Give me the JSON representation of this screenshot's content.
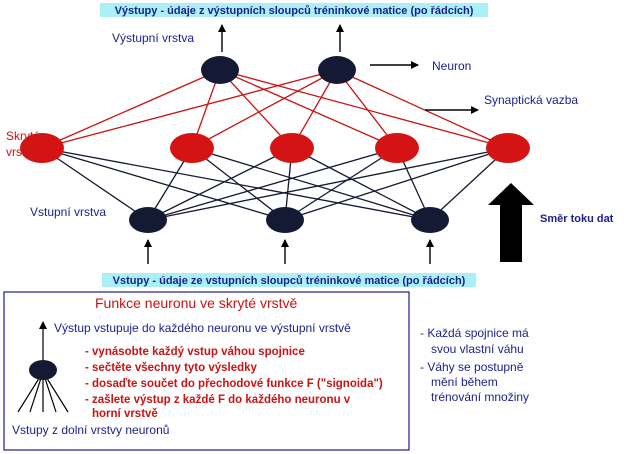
{
  "top_banner": "Výstupy - údaje z výstupních sloupců tréninkové matice (po řádcích)",
  "bottom_banner": "Vstupy - údaje ze vstupních sloupců tréninkové matice (po řádcích)",
  "labels": {
    "output_layer": "Výstupní vrstva",
    "neuron": "Neuron",
    "synapse": "Synaptická vazba",
    "hidden_layer_line1": "Skrytá",
    "hidden_layer_line2": "vrstva",
    "input_layer": "Vstupní vrstva",
    "flow_direction": "Směr toku dat"
  },
  "function_box": {
    "title": "Funkce neuronu ve skryté vrstvě",
    "output_note": "Výstup vstupuje do každého neuronu ve výstupní vrstvě",
    "steps": [
      "- vynásobte každý vstup váhou spojnice",
      "- sečtěte všechny tyto výsledky",
      "- dosaďte součet do přechodové funkce F (\"signoida\")",
      "- zašlete výstup z každé F do každého neuronu v",
      "horní vrstvě"
    ],
    "inputs_note": "Vstupy z dolní vrstvy neuronů"
  },
  "notes": {
    "note1_line1": "- Každá spojnice má",
    "note1_line2": "svou vlastní váhu",
    "note2_line1": "- Váhy se postupně",
    "note2_line2": "mění během",
    "note2_line3": "trénování množiny"
  },
  "colors": {
    "neuron_dark": "#141a33",
    "neuron_red": "#d41414",
    "banner": "#aaf0f6",
    "text_navy": "#1a1f8c",
    "text_red": "#c81414"
  }
}
